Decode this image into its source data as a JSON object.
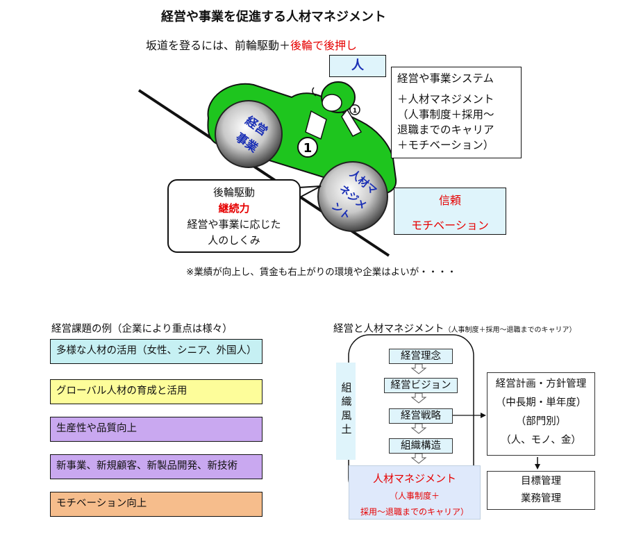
{
  "title": "経営や事業を促進する人材マネジメント",
  "subtitle": {
    "prefix": "坂道を登るには、前輪駆動＋",
    "emphasis": "後輪で後押し"
  },
  "hito_label": "人",
  "front_wheel": {
    "line1": "経営",
    "line2": "事業"
  },
  "rear_wheel": {
    "line1": "人材マ",
    "line2": "ネジメ",
    "line3": "ント"
  },
  "car_number": "1",
  "system_box": {
    "lines": [
      "経営や事業システム",
      "＋人材マネジメント",
      "（人事制度＋採用～",
      "退職までのキャリア",
      "＋モチベーション）"
    ]
  },
  "trust_box": {
    "line1": "信頼",
    "line2": "モチベーション"
  },
  "rear_box": {
    "line1": "後輪駆動",
    "line2": "継続力",
    "line3": "経営や事業に応じた",
    "line4": "人のしくみ"
  },
  "note": "※業績が向上し、賃金も右上がりの環境や企業はよいが・・・・",
  "issues": {
    "heading": "経営課題の例（企業により重点は様々）",
    "items": [
      {
        "label": "多様な人材の活用（女性、シニア、外国人）",
        "color": "#c6f0f3"
      },
      {
        "label": "グローバル人材の育成と活用",
        "color": "#fdfd9a"
      },
      {
        "label": "生産性や品質向上",
        "color": "#c9a8f0"
      },
      {
        "label": "新事業、新規顧客、新製品開発、新技術",
        "color": "#c9a8f0"
      },
      {
        "label": "モチベーション向上",
        "color": "#f6bd8c"
      }
    ]
  },
  "flow": {
    "heading": "経営と人材マネジメント",
    "heading_small": "（人事制度＋採用～退職までのキャリア）",
    "culture": [
      "組",
      "織",
      "風",
      "土"
    ],
    "steps": [
      "経営理念",
      "経営ビジョン",
      "経営戦略",
      "組織構造"
    ],
    "hr": {
      "line1": "人材マネジメント",
      "line2": "（人事制度＋",
      "line3": "採用～退職までのキャリア）"
    },
    "plan": {
      "line1": "経営計画・方針管理",
      "line2": "（中長期・単年度）",
      "line3": "（部門別）",
      "line4": "（人、モノ、金）"
    },
    "goal": {
      "line1": "目標管理",
      "line2": "業務管理"
    }
  }
}
